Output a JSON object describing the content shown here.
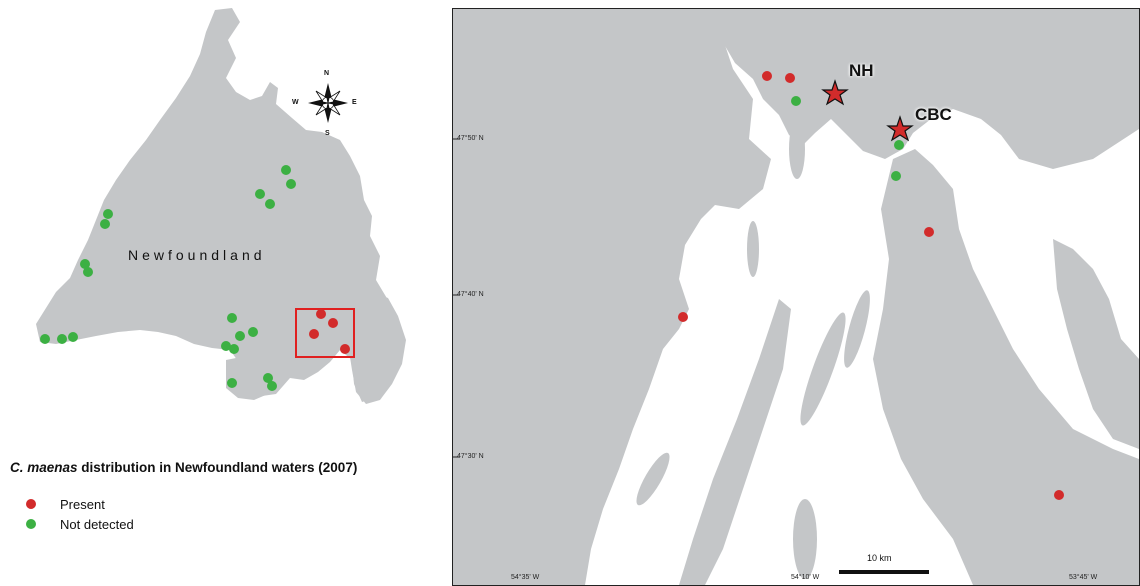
{
  "overview": {
    "region_label": "Newfoundland",
    "compass": {
      "n": "N",
      "s": "S",
      "e": "E",
      "w": "W"
    }
  },
  "caption": {
    "species": "C. maenas",
    "rest": " distribution in Newfoundland  waters (2007)"
  },
  "legend": {
    "items": [
      {
        "label": "Present",
        "color": "#d22b2b"
      },
      {
        "label": "Not detected",
        "color": "#3cb043"
      }
    ]
  },
  "detail": {
    "sites": [
      {
        "label": "NH"
      },
      {
        "label": "CBC"
      }
    ],
    "latitudes": [
      "47°50' N",
      "47°40' N",
      "47°30' N"
    ],
    "longitudes": [
      "54°35' W",
      "54°10' W",
      "53°45' W"
    ],
    "scale_label": "10 km"
  },
  "colors": {
    "land": "#c4c6c8",
    "present": "#d22b2b",
    "not_detected": "#3cb043",
    "inset_box": "#e02020"
  }
}
